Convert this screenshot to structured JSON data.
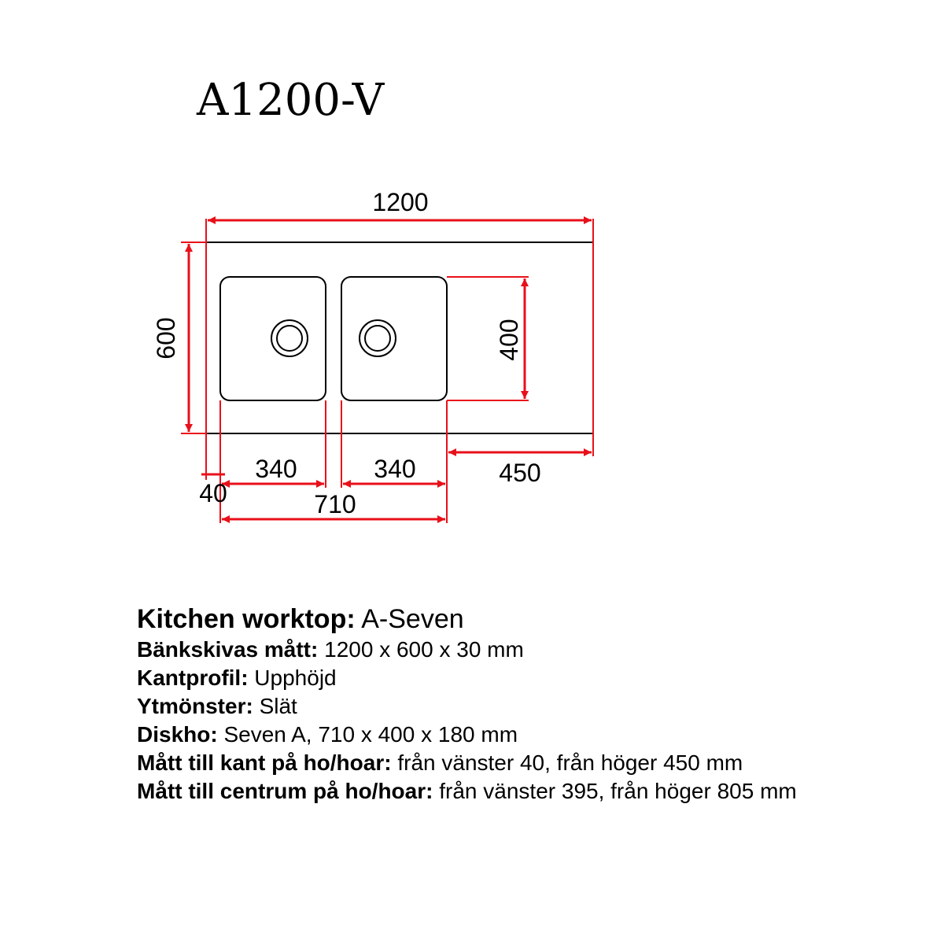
{
  "model_title": "A1200-V",
  "dimensions": {
    "total_width": "1200",
    "total_depth": "600",
    "bowl_depth": "400",
    "left_bowl_width": "340",
    "right_bowl_width": "340",
    "left_edge_offset": "40",
    "right_edge_offset": "450",
    "sink_total_width": "710"
  },
  "specs": [
    {
      "label": "Kitchen worktop:",
      "value": " A-Seven"
    },
    {
      "label": "Bänkskivas mått:",
      "value": " 1200 x 600 x 30 mm"
    },
    {
      "label": "Kantprofil:",
      "value": " Upphöjd"
    },
    {
      "label": "Ytmönster:",
      "value": " Slät"
    },
    {
      "label": "Diskho:",
      "value": " Seven A, 710 x 400 x 180 mm"
    },
    {
      "label": "Mått till kant på ho/hoar:",
      "value": " från vänster 40, från höger 450 mm"
    },
    {
      "label": "Mått till centrum på ho/hoar:",
      "value": " från vänster 395, från höger 805 mm"
    }
  ],
  "colors": {
    "dimension_line": "#e8101a",
    "outline": "#000000"
  }
}
